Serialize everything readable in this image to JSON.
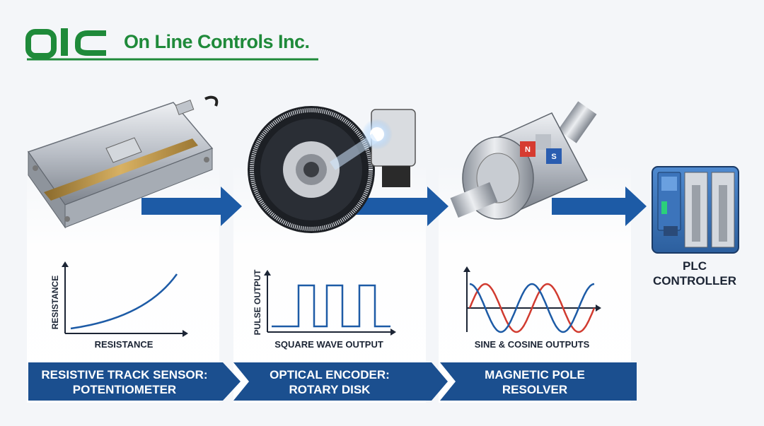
{
  "brand": {
    "logo_letters": "olc",
    "name": "On Line Controls Inc.",
    "color": "#1f8a3a"
  },
  "colors": {
    "banner": "#1b4f8f",
    "arrow": "#1d5ba6",
    "curve_blue": "#1d5ba6",
    "curve_red": "#d13b30"
  },
  "stages": [
    {
      "title_line1": "RESISTIVE TRACK SENSOR:",
      "title_line2": "POTENTIOMETER",
      "graph_xlabel": "RESISTANCE",
      "graph_ylabel": "RESISTANCE",
      "graph_type": "exponential-curve"
    },
    {
      "title_line1": "OPTICAL ENCODER:",
      "title_line2": "ROTARY DISK",
      "graph_xlabel": "SQUARE WAVE OUTPUT",
      "graph_ylabel": "PULSE OUTPUT",
      "graph_type": "square-wave"
    },
    {
      "title_line1": "MAGNETIC POLE",
      "title_line2": "RESOLVER",
      "graph_xlabel": "SINE & COSINE OUTPUTS",
      "graph_ylabel": "",
      "graph_type": "sine-cosine",
      "magnet_labels": [
        "N",
        "S"
      ]
    }
  ],
  "plc": {
    "line1": "PLC",
    "line2": "CONTROLLER"
  }
}
